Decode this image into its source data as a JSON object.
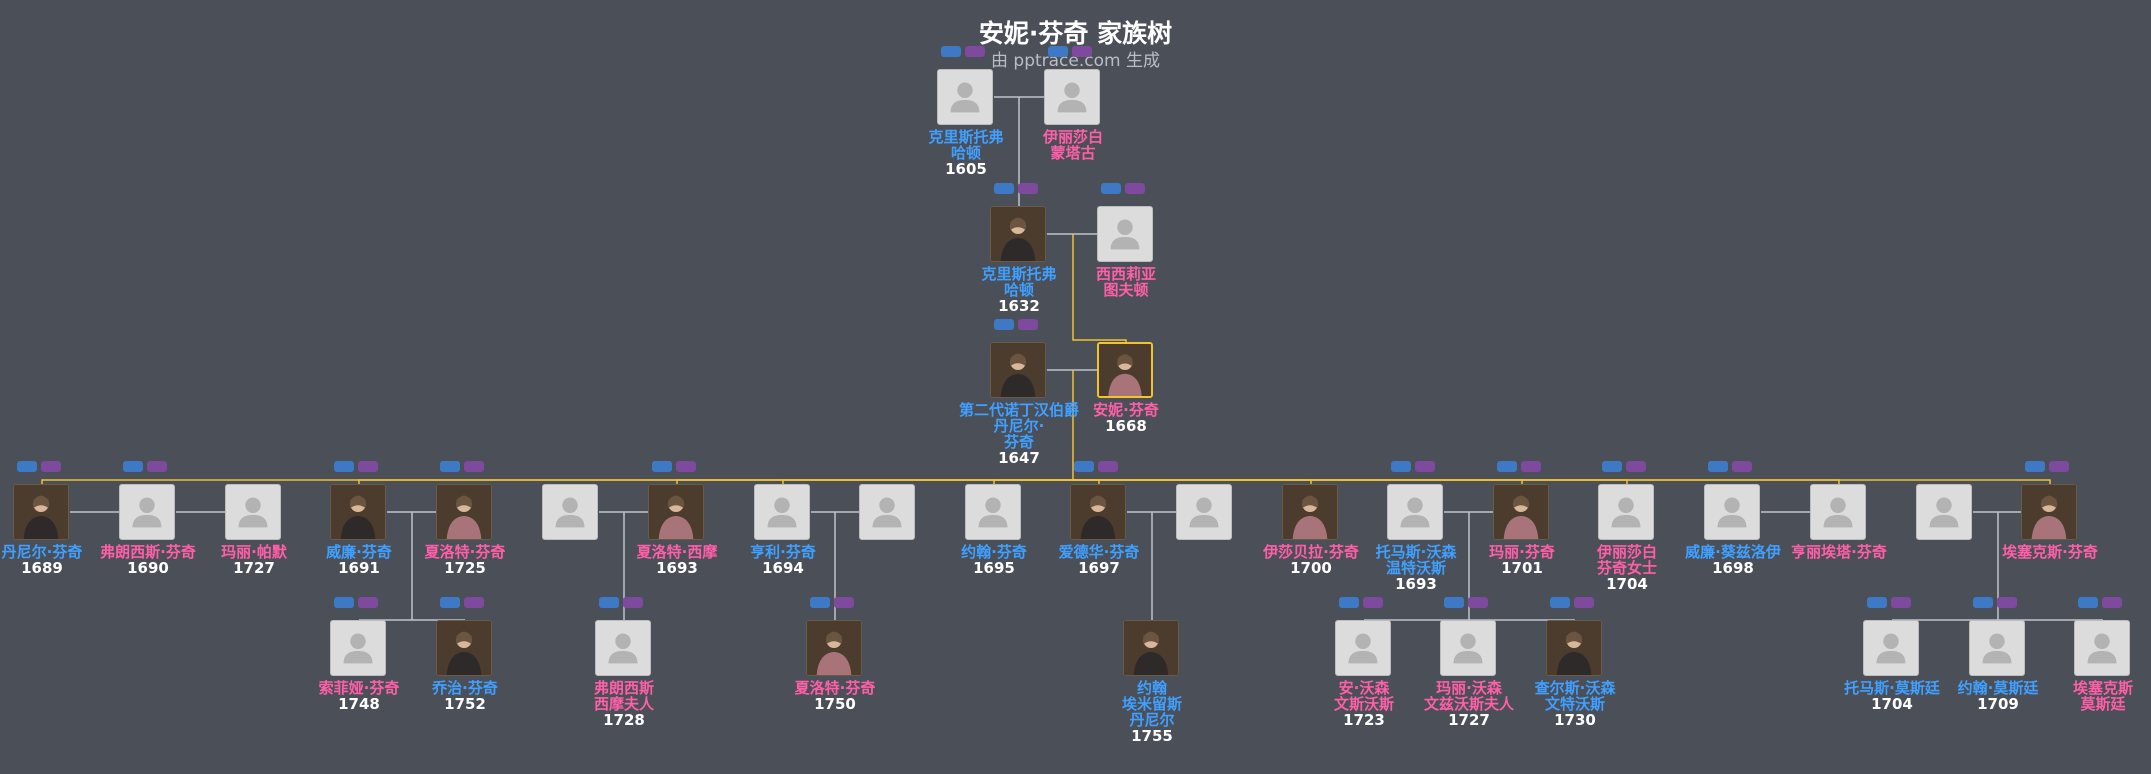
{
  "header": {
    "title": "安妮·芬奇 家族树",
    "subtitle": "由 pptrace.com 生成"
  },
  "colors": {
    "background": "#4a4f58",
    "line": "#c0c4ca",
    "highlight_line": "#f2c230",
    "male": "#3fa0ff",
    "female": "#ff5fa8"
  },
  "people": [
    {
      "id": "p1",
      "name": "克里斯托弗\n哈顿",
      "year": "1605",
      "sex": "m",
      "photo": false
    },
    {
      "id": "p2",
      "name": "伊丽莎白\n蒙塔古",
      "year": "",
      "sex": "f",
      "photo": false
    },
    {
      "id": "p3",
      "name": "克里斯托弗\n哈顿",
      "year": "1632",
      "sex": "m",
      "photo": true
    },
    {
      "id": "p4",
      "name": "西西莉亚\n图夫顿",
      "year": "",
      "sex": "f",
      "photo": false
    },
    {
      "id": "p5",
      "name": "第二代诺丁汉伯爵丹尼尔·\n芬奇",
      "year": "1647",
      "sex": "m",
      "photo": true
    },
    {
      "id": "p6",
      "name": "安妮·芬奇",
      "year": "1668",
      "sex": "f",
      "photo": true,
      "selected": true
    },
    {
      "id": "c1",
      "name": "丹尼尔·芬奇",
      "year": "1689",
      "sex": "m",
      "photo": true
    },
    {
      "id": "c1w1",
      "name": "弗朗西斯·芬奇",
      "year": "1690",
      "sex": "f",
      "photo": false
    },
    {
      "id": "c1w2",
      "name": "玛丽·帕默",
      "year": "1727",
      "sex": "f",
      "photo": false
    },
    {
      "id": "c2",
      "name": "威廉·芬奇",
      "year": "1691",
      "sex": "m",
      "photo": true
    },
    {
      "id": "c2w",
      "name": "夏洛特·芬奇",
      "year": "1725",
      "sex": "f",
      "photo": true
    },
    {
      "id": "c3h",
      "name": "",
      "year": "",
      "sex": "m",
      "photo": false
    },
    {
      "id": "c3",
      "name": "夏洛特·西摩",
      "year": "1693",
      "sex": "f",
      "photo": true
    },
    {
      "id": "c4",
      "name": "亨利·芬奇",
      "year": "1694",
      "sex": "m",
      "photo": false
    },
    {
      "id": "c4w",
      "name": "",
      "year": "",
      "sex": "f",
      "photo": false
    },
    {
      "id": "c5",
      "name": "约翰·芬奇",
      "year": "1695",
      "sex": "m",
      "photo": false
    },
    {
      "id": "c6",
      "name": "爱德华·芬奇",
      "year": "1697",
      "sex": "m",
      "photo": true
    },
    {
      "id": "c6w",
      "name": "",
      "year": "",
      "sex": "f",
      "photo": false
    },
    {
      "id": "c7",
      "name": "伊莎贝拉·芬奇",
      "year": "1700",
      "sex": "f",
      "photo": true
    },
    {
      "id": "c8h",
      "name": "托马斯·沃森\n温特沃斯",
      "year": "1693",
      "sex": "m",
      "photo": false
    },
    {
      "id": "c8",
      "name": "玛丽·芬奇",
      "year": "1701",
      "sex": "f",
      "photo": true
    },
    {
      "id": "c9",
      "name": "伊丽莎白\n芬奇女士",
      "year": "1704",
      "sex": "f",
      "photo": false
    },
    {
      "id": "c10h",
      "name": "威廉·葵兹洛伊",
      "year": "1698",
      "sex": "m",
      "photo": false
    },
    {
      "id": "c10",
      "name": "亨丽埃塔·芬奇",
      "year": "",
      "sex": "f",
      "photo": false
    },
    {
      "id": "c11h",
      "name": "",
      "year": "",
      "sex": "m",
      "photo": false
    },
    {
      "id": "c11",
      "name": "埃塞克斯·芬奇",
      "year": "",
      "sex": "f",
      "photo": true
    },
    {
      "id": "g1",
      "name": "索菲娅·芬奇",
      "year": "1748",
      "sex": "f",
      "photo": false
    },
    {
      "id": "g2",
      "name": "乔治·芬奇",
      "year": "1752",
      "sex": "m",
      "photo": true
    },
    {
      "id": "g3",
      "name": "弗朗西斯\n西摩夫人",
      "year": "1728",
      "sex": "f",
      "photo": false
    },
    {
      "id": "g4",
      "name": "夏洛特·芬奇",
      "year": "1750",
      "sex": "f",
      "photo": true
    },
    {
      "id": "g5",
      "name": "约翰\n埃米留斯\n丹尼尔",
      "year": "1755",
      "sex": "m",
      "photo": true
    },
    {
      "id": "g6",
      "name": "安·沃森\n文斯沃斯",
      "year": "1723",
      "sex": "f",
      "photo": false
    },
    {
      "id": "g7",
      "name": "玛丽·沃森\n文兹沃斯夫人",
      "year": "1727",
      "sex": "f",
      "photo": false
    },
    {
      "id": "g8",
      "name": "查尔斯·沃森\n文特沃斯",
      "year": "1730",
      "sex": "m",
      "photo": true
    },
    {
      "id": "g9",
      "name": "托马斯·莫斯廷",
      "year": "1704",
      "sex": "m",
      "photo": false
    },
    {
      "id": "g10",
      "name": "约翰·莫斯廷",
      "year": "1709",
      "sex": "m",
      "photo": false
    },
    {
      "id": "g11",
      "name": "埃塞克斯\n莫斯廷",
      "year": "",
      "sex": "f",
      "photo": false
    }
  ]
}
